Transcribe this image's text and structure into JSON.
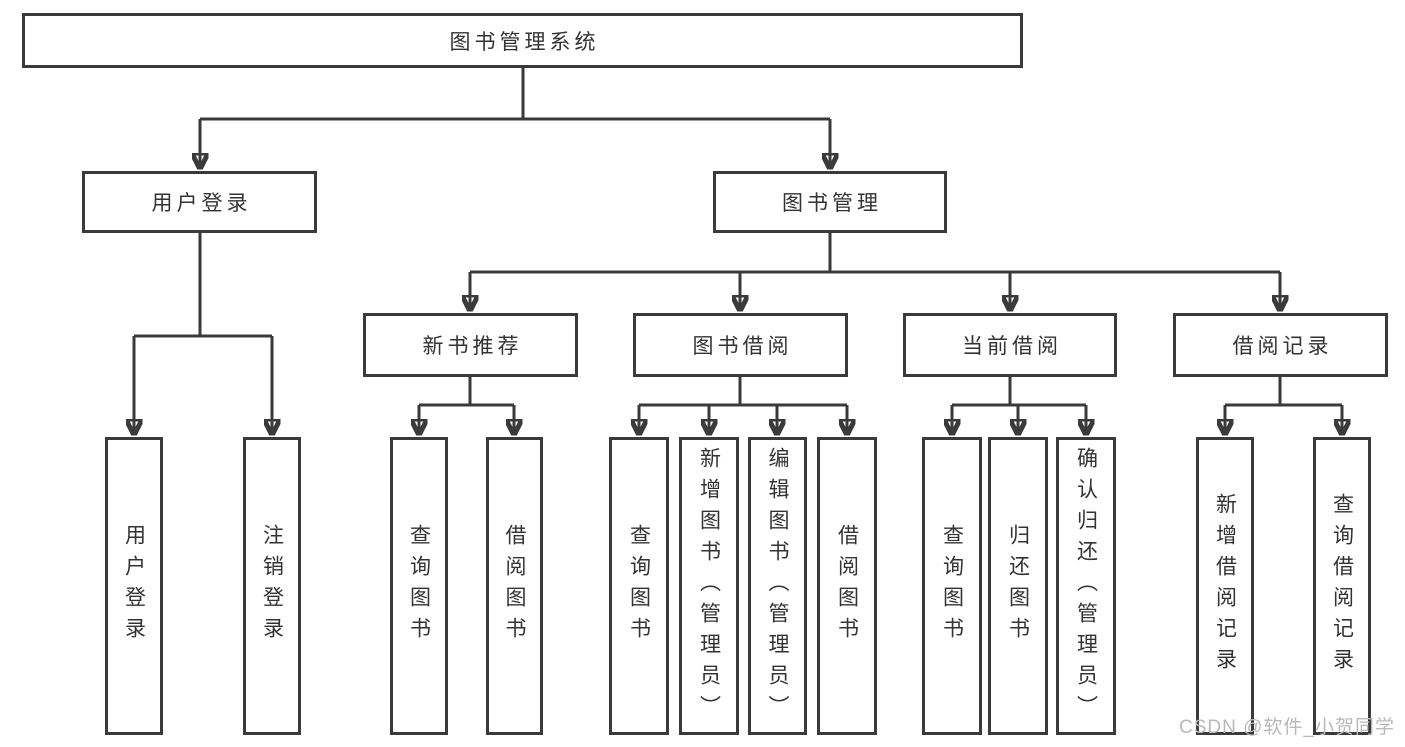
{
  "diagram": {
    "title": "图书管理系统",
    "tree": {
      "root": {
        "label": "图书管理系统",
        "children": [
          {
            "label": "用户登录",
            "children": [
              {
                "label": "用户登录"
              },
              {
                "label": "注销登录"
              }
            ]
          },
          {
            "label": "图书管理",
            "children": [
              {
                "label": "新书推荐",
                "children": [
                  {
                    "label": "查询图书"
                  },
                  {
                    "label": "借阅图书"
                  }
                ]
              },
              {
                "label": "图书借阅",
                "children": [
                  {
                    "label": "查询图书"
                  },
                  {
                    "label": "新增图书（管理员）"
                  },
                  {
                    "label": "编辑图书（管理员）"
                  },
                  {
                    "label": "借阅图书"
                  }
                ]
              },
              {
                "label": "当前借阅",
                "children": [
                  {
                    "label": "查询图书"
                  },
                  {
                    "label": "归还图书"
                  },
                  {
                    "label": "确认归还（管理员）"
                  }
                ]
              },
              {
                "label": "借阅记录",
                "children": [
                  {
                    "label": "新增借阅记录"
                  },
                  {
                    "label": "查询借阅记录"
                  }
                ]
              }
            ]
          }
        ]
      }
    },
    "colors": {
      "line": "#3a3a3a",
      "text": "#333333",
      "background": "#ffffff",
      "watermark": "#b9b9b9"
    }
  },
  "watermark": {
    "text": "CSDN @软件_小贺同学"
  }
}
